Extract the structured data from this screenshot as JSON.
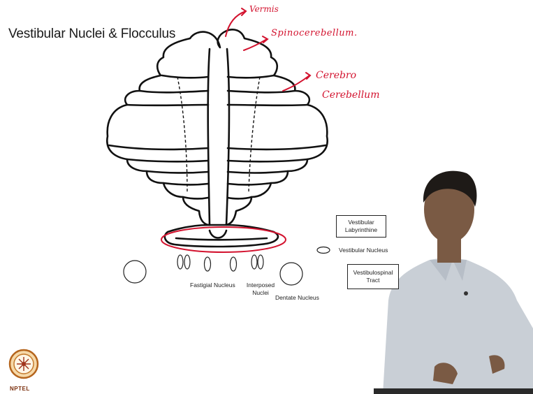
{
  "slide": {
    "title": "Vestibular Nuclei & Flocculus"
  },
  "labels": {
    "fastigial": "Fastigial Nucleus",
    "interposed_1": "Interposed",
    "interposed_2": "Nuclei",
    "dentate": "Dentate Nucleus",
    "vestibular_nucleus": "Vestibular Nucleus"
  },
  "boxes": {
    "labyrinthine_1": "Vestibular",
    "labyrinthine_2": "Labyrinthine",
    "tract_1": "Vestibulospinal",
    "tract_2": "Tract"
  },
  "annotations": {
    "vermis": "Vermis",
    "spinocerebellum": "Spinocerebellum.",
    "cerebro": "Cerebro",
    "cerebellum": "Cerebellum"
  },
  "logo": {
    "text": "NPTEL"
  },
  "colors": {
    "ink": "#111111",
    "annotation_red": "#d3132f",
    "skin": "#7a5a44",
    "shirt": "#c9cfd6"
  }
}
